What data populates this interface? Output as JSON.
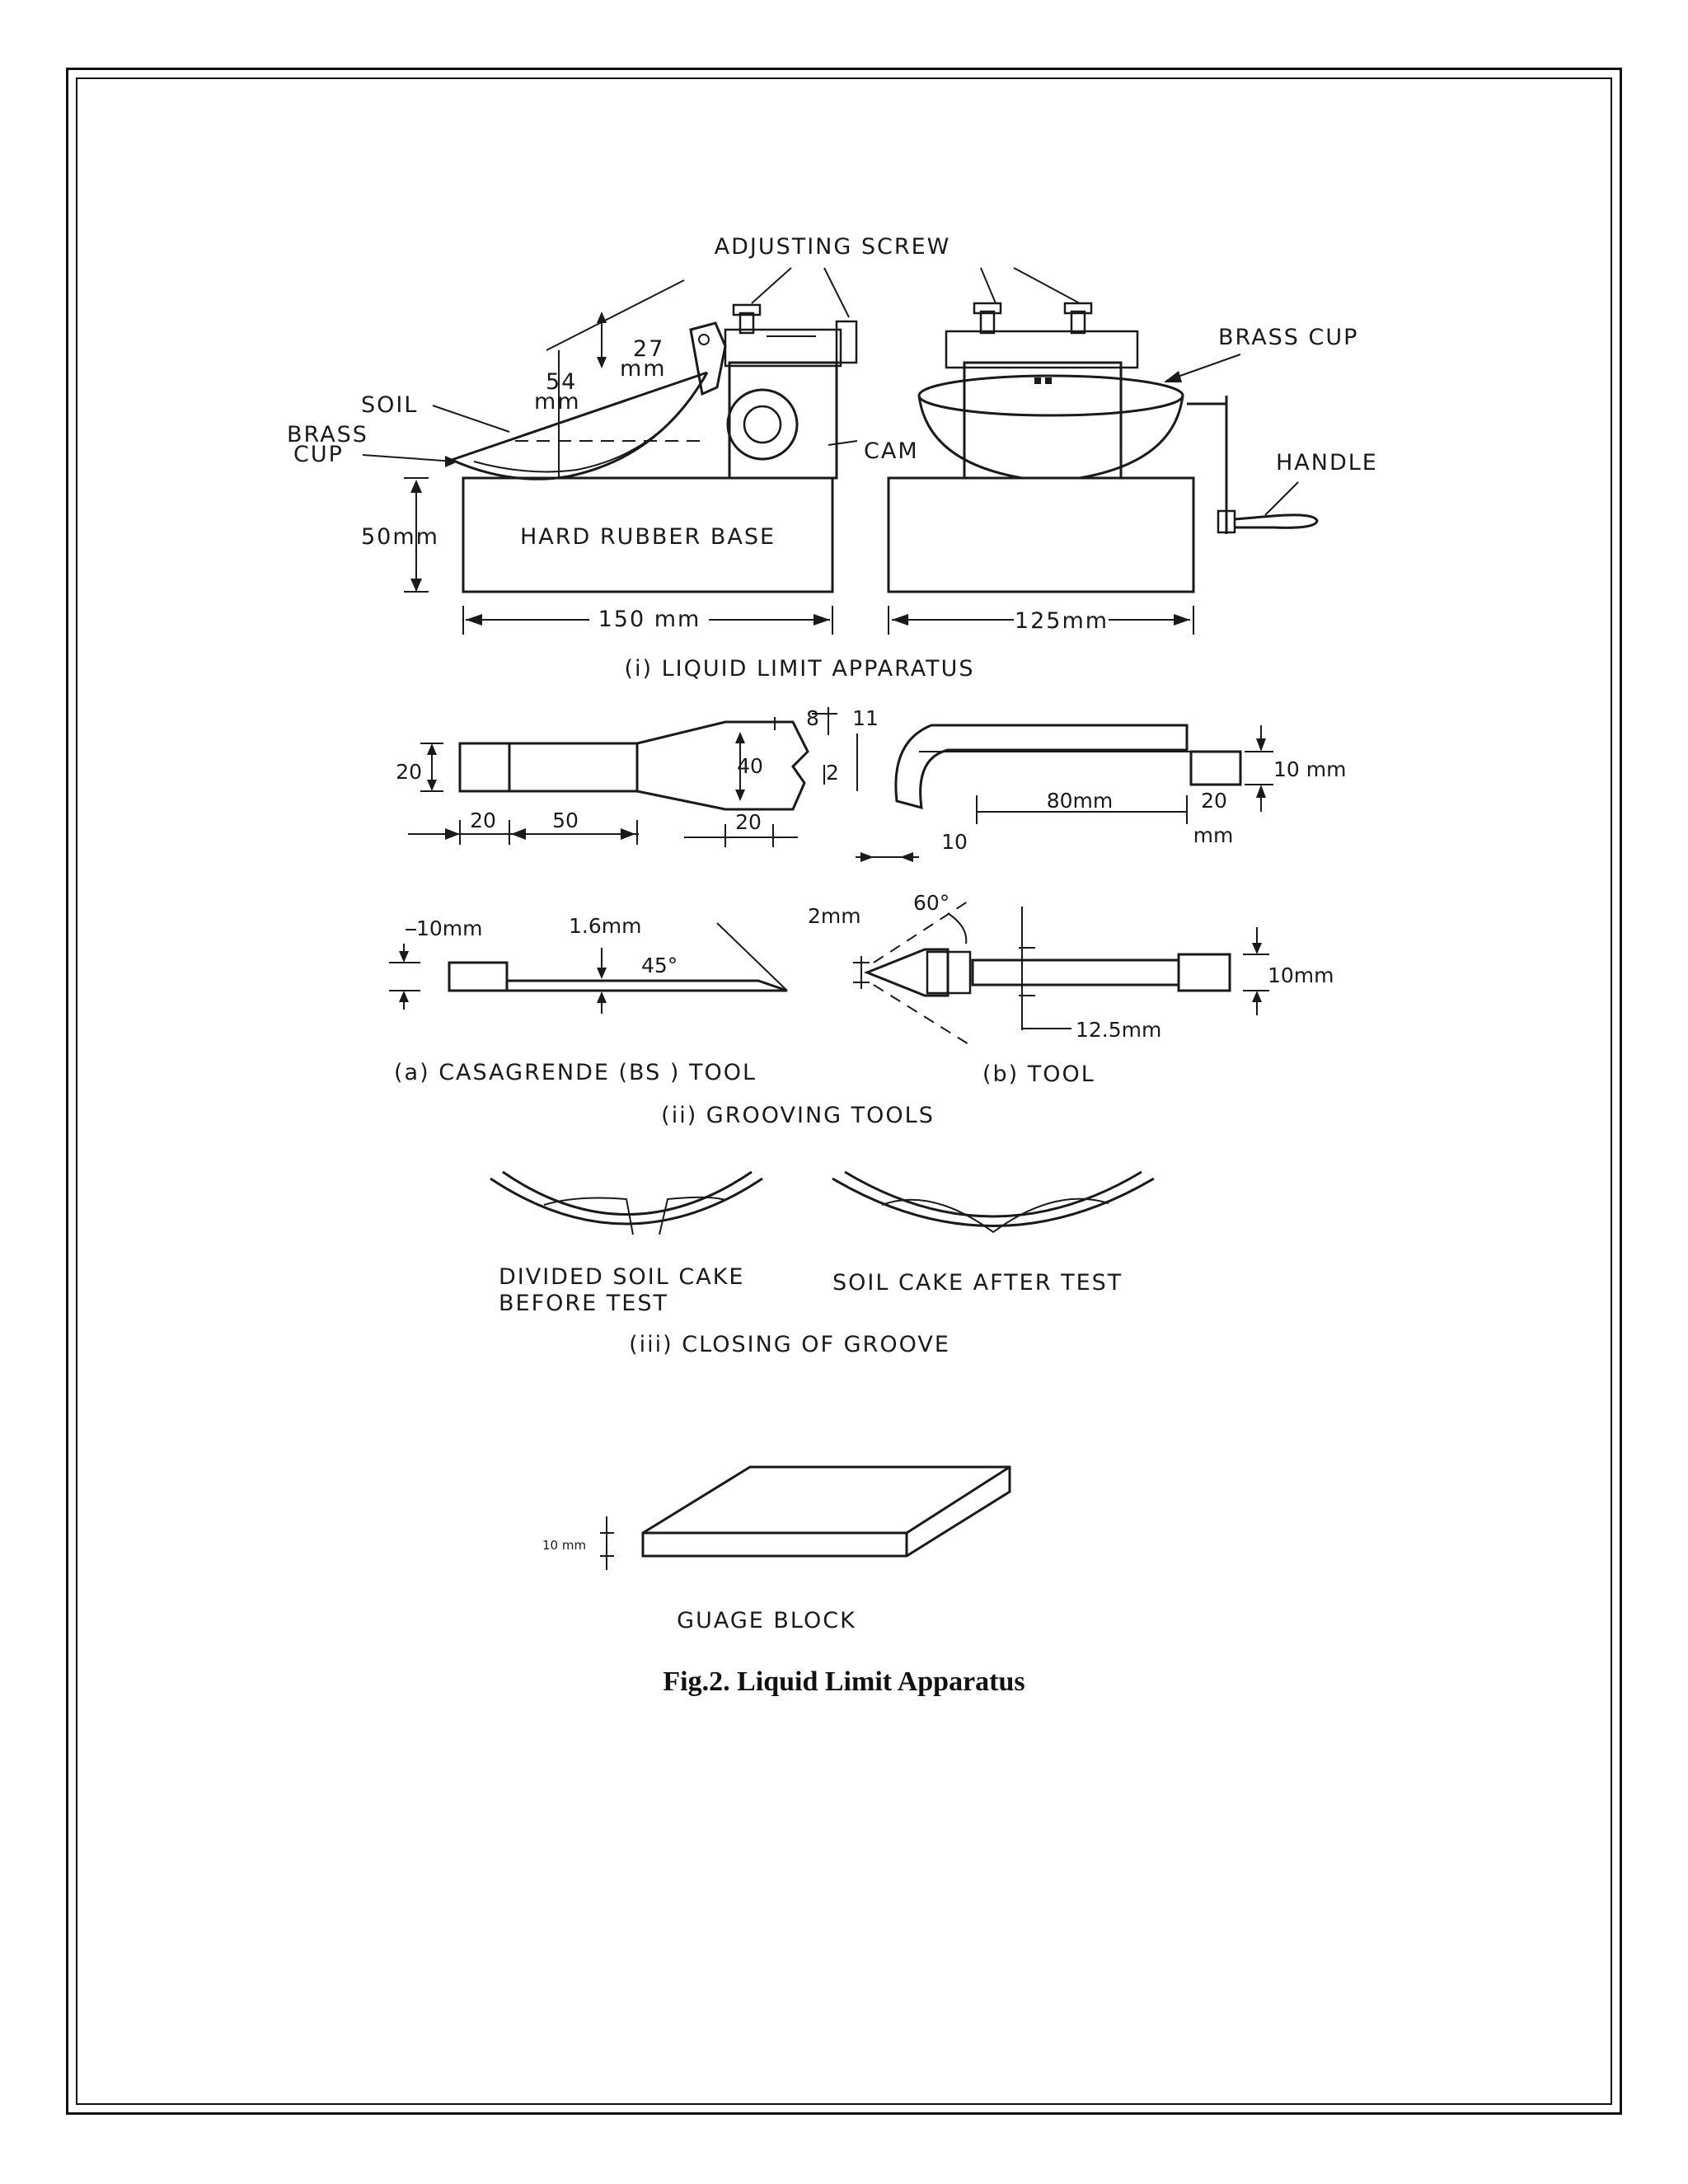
{
  "figure": {
    "caption": "Fig.2. Liquid  Limit  Apparatus",
    "apparatus": {
      "adjusting_screw": "ADJUSTING SCREW",
      "brass_cup_right": "BRASS CUP",
      "handle": "HANDLE",
      "dim_27": "27",
      "dim_27_unit": "mm",
      "dim_54": "54",
      "dim_54_unit": "mm",
      "soil": "SOIL",
      "brass": "BRASS",
      "cup": "CUP",
      "cam": "CAM",
      "dim_50mm": "50mm",
      "base": "HARD RUBBER BASE",
      "dim_150": "150 mm",
      "dim_125": "125mm",
      "title": "(i)   LIQUID LIMIT APPARATUS"
    },
    "grooving": {
      "d20_left": "20",
      "d20_a": "20",
      "d50": "50",
      "d40": "40",
      "d8": "8",
      "d11": "11",
      "d2": "2",
      "d20_b": "20",
      "d10": "10",
      "d80": "80mm",
      "d20_c": "20",
      "d20_c_unit": "mm",
      "d10mm_right": "10 mm",
      "d10mm_a": "10mm",
      "d1_6": "1.6mm",
      "deg45": "45°",
      "d2mm": "2mm",
      "deg60": "60°",
      "d10mm_b": "10mm",
      "d12_5": "12.5mm",
      "label_a": "(a)   CASAGRENDE (BS ) TOOL",
      "label_b": "(b)   TOOL",
      "title": "(ii)     GROOVING TOOLS"
    },
    "groove": {
      "before_1": "DIVIDED  SOIL CAKE",
      "before_2": "BEFORE TEST",
      "after": "SOIL CAKE  AFTER TEST",
      "title": "(iii)  CLOSING OF GROOVE"
    },
    "gauge": {
      "dim": "10 mm",
      "label": "GUAGE  BLOCK"
    }
  }
}
